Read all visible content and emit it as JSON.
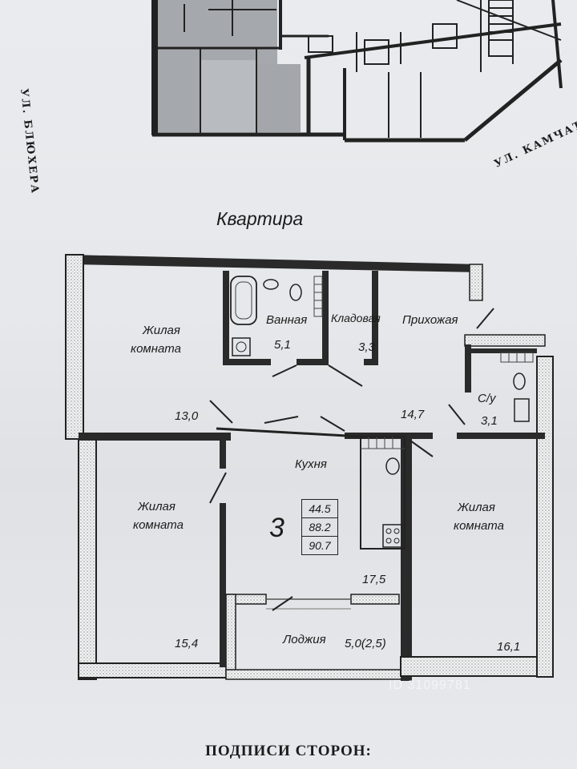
{
  "streets": {
    "street_left": "УЛ. БЛЮХЕРА",
    "street_right": "УЛ. КАМЧАТС"
  },
  "plan": {
    "title": "Квартира",
    "apartment_number": "3",
    "areas_box": [
      "44.5",
      "88.2",
      "90.7"
    ]
  },
  "rooms": {
    "living_room_1": {
      "label_line1": "Жилая",
      "label_line2": "комната",
      "area": "13,0"
    },
    "bathroom": {
      "label": "Ванная",
      "area": "5,1"
    },
    "storage": {
      "label": "Кладовая",
      "area": "3,3"
    },
    "hallway": {
      "label": "Прихожая",
      "area": "14,7"
    },
    "wc": {
      "label": "С/у",
      "area": "3,1"
    },
    "kitchen": {
      "label": "Кухня",
      "area": "17,5"
    },
    "living_room_2": {
      "label_line1": "Жилая",
      "label_line2": "комната",
      "area": "15,4"
    },
    "living_room_3": {
      "label_line1": "Жилая",
      "label_line2": "комната",
      "area": "16,1"
    },
    "loggia": {
      "label": "Лоджия",
      "area": "5,0(2,5)"
    }
  },
  "footer": {
    "signatures_heading": "ПОДПИСИ СТОРОН:"
  },
  "watermark": {
    "text": "ID 31099781"
  },
  "colors": {
    "wall": "#2a2a2a",
    "hatched_room": "#8e9196",
    "paper": "#e6e8eb"
  }
}
